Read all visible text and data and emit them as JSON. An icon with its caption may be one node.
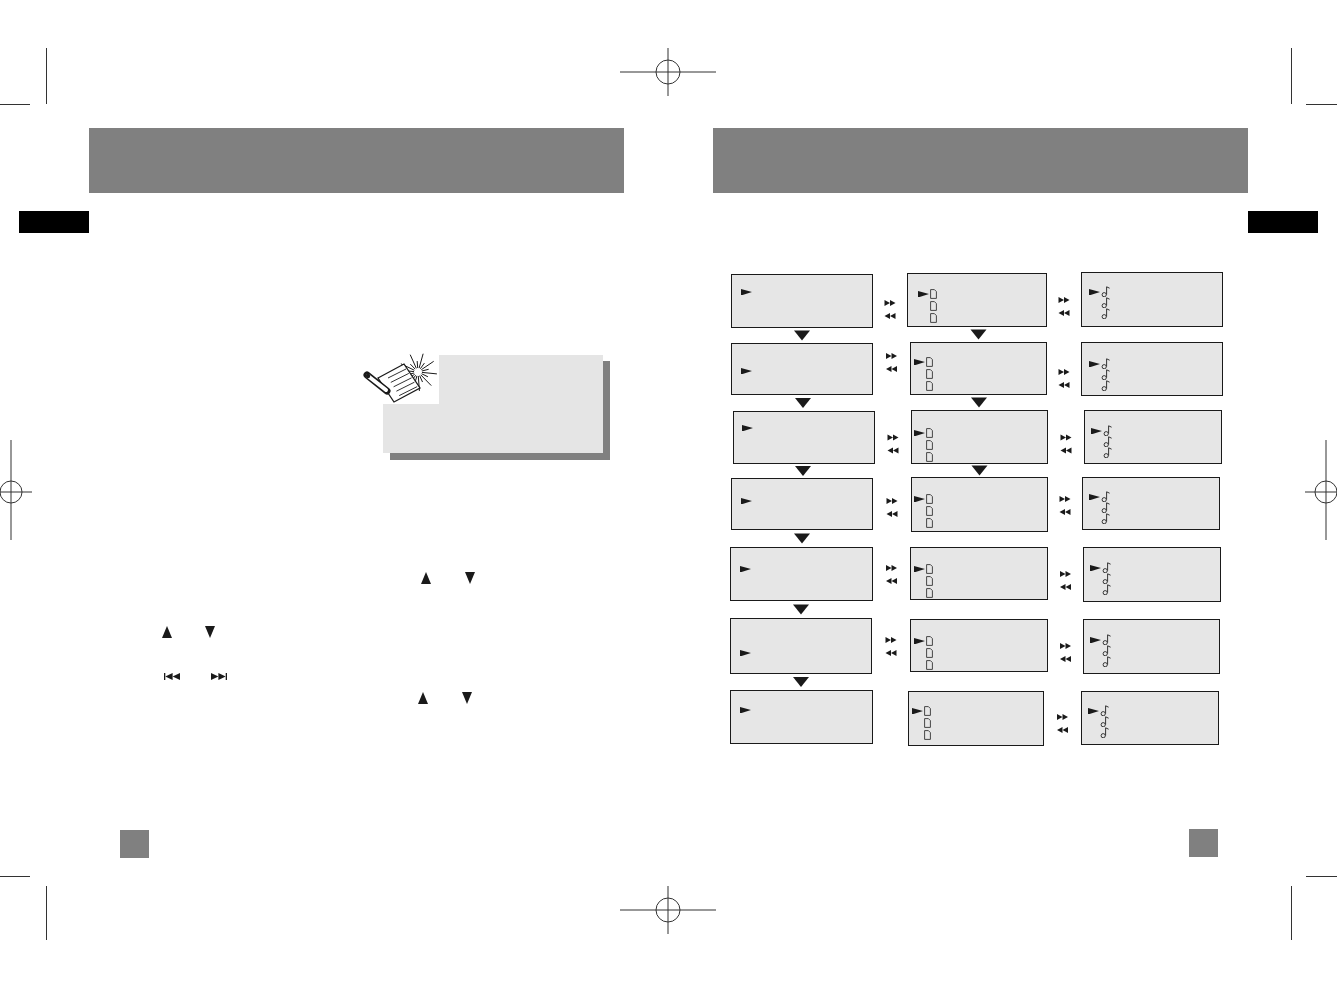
{
  "diagram": {
    "nodes": [
      {
        "text": [],
        "shape": "box"
      },
      {
        "text": [],
        "shape": "box"
      },
      {
        "text": [],
        "shape": "box"
      },
      {
        "text": [],
        "shape": "box"
      },
      {
        "text": [],
        "shape": "box"
      },
      {
        "text": [],
        "shape": "box"
      },
      {
        "text": [],
        "shape": "box"
      },
      {
        "text": [],
        "shape": "box"
      },
      {
        "text": [],
        "shape": "box"
      },
      {
        "text": [],
        "shape": "box"
      },
      {
        "text": [],
        "shape": "box"
      },
      {
        "text": [],
        "shape": "box"
      },
      {
        "text": [],
        "shape": "box"
      },
      {
        "text": [],
        "shape": "box"
      },
      {
        "text": [],
        "shape": "box"
      },
      {
        "text": [],
        "shape": "box"
      },
      {
        "text": [],
        "shape": "box"
      },
      {
        "text": [],
        "shape": "box"
      },
      {
        "text": [],
        "shape": "box"
      },
      {
        "text": [],
        "shape": "box"
      },
      {
        "text": [],
        "shape": "box"
      }
    ],
    "edges": [
      {
        "from": 0,
        "to": 1,
        "arrow": "both"
      },
      {
        "from": 1,
        "to": 2,
        "arrow": "both"
      },
      {
        "from": 0,
        "to": 3,
        "arrow": "to"
      },
      {
        "from": 1,
        "to": 4,
        "arrow": "to"
      },
      {
        "from": 3,
        "to": 4,
        "arrow": "both"
      },
      {
        "from": 4,
        "to": 5,
        "arrow": "both"
      },
      {
        "from": 3,
        "to": 6,
        "arrow": "to"
      },
      {
        "from": 4,
        "to": 7,
        "arrow": "to"
      },
      {
        "from": 6,
        "to": 7,
        "arrow": "both"
      },
      {
        "from": 7,
        "to": 8,
        "arrow": "both"
      },
      {
        "from": 6,
        "to": 9,
        "arrow": "to"
      },
      {
        "from": 7,
        "to": 10,
        "arrow": "to"
      },
      {
        "from": 9,
        "to": 10,
        "arrow": "both"
      },
      {
        "from": 10,
        "to": 11,
        "arrow": "both"
      },
      {
        "from": 9,
        "to": 12,
        "arrow": "to"
      },
      {
        "from": 12,
        "to": 13,
        "arrow": "both"
      },
      {
        "from": 13,
        "to": 14,
        "arrow": "both"
      },
      {
        "from": 12,
        "to": 15,
        "arrow": "to"
      },
      {
        "from": 15,
        "to": 16,
        "arrow": "both"
      },
      {
        "from": 16,
        "to": 17,
        "arrow": "both"
      },
      {
        "from": 15,
        "to": 18,
        "arrow": "to"
      },
      {
        "from": 19,
        "to": 20,
        "arrow": "both"
      }
    ]
  }
}
